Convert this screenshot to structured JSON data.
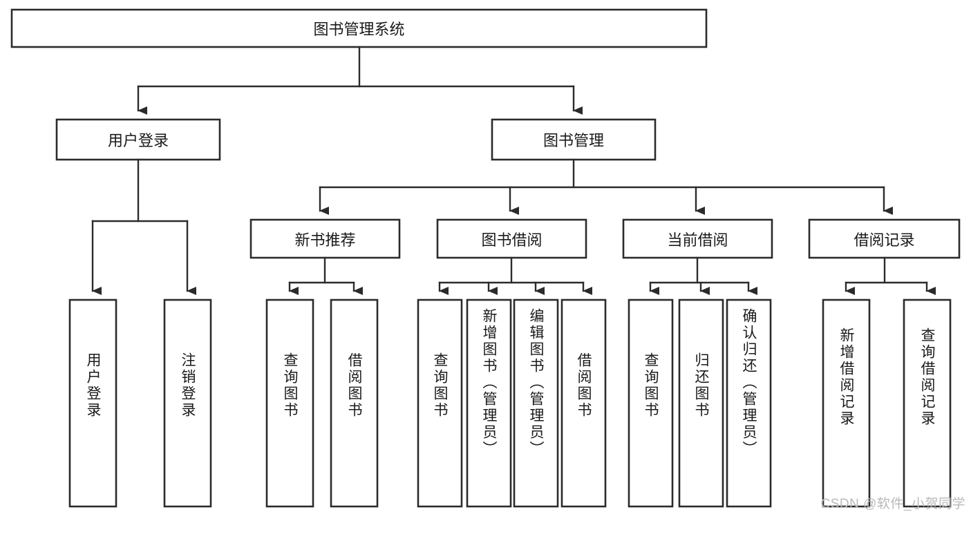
{
  "diagram": {
    "title": "图书管理系统",
    "watermark": "CSDN @软件_小贺同学",
    "accent_color": "#2b2b2b",
    "box_fill": "#ffffff",
    "text_color": "#1a1a1a",
    "watermark_color": "#b9b9b9",
    "levels": {
      "root": {
        "label": "图书管理系统"
      },
      "level2": [
        {
          "id": "user-login",
          "label": "用户登录"
        },
        {
          "id": "book-management",
          "label": "图书管理"
        }
      ],
      "level3": [
        {
          "id": "new-book-recommend",
          "label": "新书推荐",
          "parent": "book-management"
        },
        {
          "id": "book-borrow",
          "label": "图书借阅",
          "parent": "book-management"
        },
        {
          "id": "current-borrow",
          "label": "当前借阅",
          "parent": "book-management"
        },
        {
          "id": "borrow-record",
          "label": "借阅记录",
          "parent": "book-management"
        }
      ],
      "leaves": [
        {
          "id": "leaf-user-login",
          "label": "用户登录",
          "parent": "user-login"
        },
        {
          "id": "leaf-logout-login",
          "label": "注销登录",
          "parent": "user-login"
        },
        {
          "id": "leaf-query-book-1",
          "label": "查询图书",
          "parent": "new-book-recommend"
        },
        {
          "id": "leaf-borrow-book-1",
          "label": "借阅图书",
          "parent": "new-book-recommend"
        },
        {
          "id": "leaf-query-book-2",
          "label": "查询图书",
          "parent": "book-borrow"
        },
        {
          "id": "leaf-add-book-admin",
          "label": "新增图书（管理员）",
          "parent": "book-borrow"
        },
        {
          "id": "leaf-edit-book-admin",
          "label": "编辑图书（管理员）",
          "parent": "book-borrow"
        },
        {
          "id": "leaf-borrow-book-2",
          "label": "借阅图书",
          "parent": "book-borrow"
        },
        {
          "id": "leaf-query-book-3",
          "label": "查询图书",
          "parent": "current-borrow"
        },
        {
          "id": "leaf-return-book",
          "label": "归还图书",
          "parent": "current-borrow"
        },
        {
          "id": "leaf-confirm-return-admin",
          "label": "确认归还（管理员）",
          "parent": "current-borrow"
        },
        {
          "id": "leaf-add-borrow-record",
          "label": "新增借阅记录",
          "parent": "borrow-record"
        },
        {
          "id": "leaf-query-borrow-record",
          "label": "查询借阅记录",
          "parent": "borrow-record"
        }
      ]
    }
  }
}
